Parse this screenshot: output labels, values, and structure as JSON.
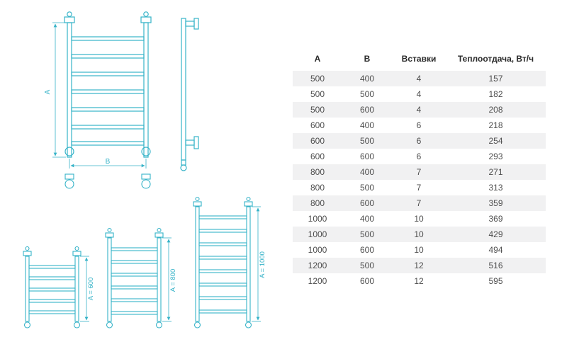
{
  "diagram": {
    "accent_color": "#36b3c8",
    "labels": {
      "dim_a": "A",
      "dim_b": "B",
      "ladder_600": "A = 600",
      "ladder_800": "A = 800",
      "ladder_1000": "A = 1000"
    }
  },
  "table": {
    "headers": [
      "А",
      "В",
      "Вставки",
      "Теплоотдача, Вт/ч"
    ],
    "rows": [
      [
        "500",
        "400",
        "4",
        "157"
      ],
      [
        "500",
        "500",
        "4",
        "182"
      ],
      [
        "500",
        "600",
        "4",
        "208"
      ],
      [
        "600",
        "400",
        "6",
        "218"
      ],
      [
        "600",
        "500",
        "6",
        "254"
      ],
      [
        "600",
        "600",
        "6",
        "293"
      ],
      [
        "800",
        "400",
        "7",
        "271"
      ],
      [
        "800",
        "500",
        "7",
        "313"
      ],
      [
        "800",
        "600",
        "7",
        "359"
      ],
      [
        "1000",
        "400",
        "10",
        "369"
      ],
      [
        "1000",
        "500",
        "10",
        "429"
      ],
      [
        "1000",
        "600",
        "10",
        "494"
      ],
      [
        "1200",
        "500",
        "12",
        "516"
      ],
      [
        "1200",
        "600",
        "12",
        "595"
      ]
    ]
  }
}
